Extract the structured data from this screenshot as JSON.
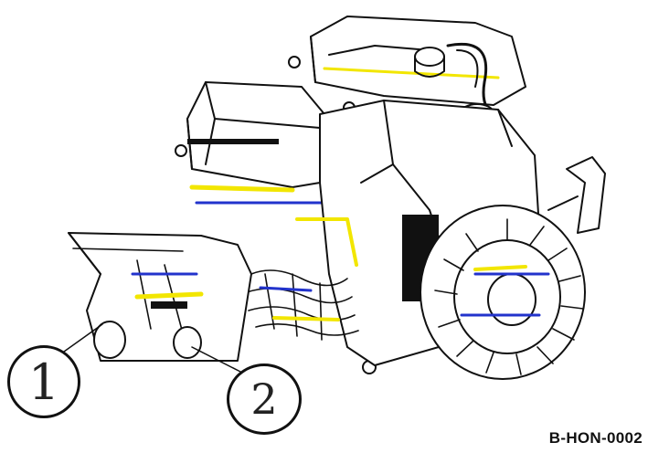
{
  "figure": {
    "code": "B-HON-0002",
    "colors": {
      "outline": "#111111",
      "highlight": "#f2e600",
      "accent_blue": "#2233cc",
      "background": "#ffffff"
    }
  },
  "callouts": [
    {
      "id": "1",
      "label": "1"
    },
    {
      "id": "2",
      "label": "2"
    }
  ]
}
